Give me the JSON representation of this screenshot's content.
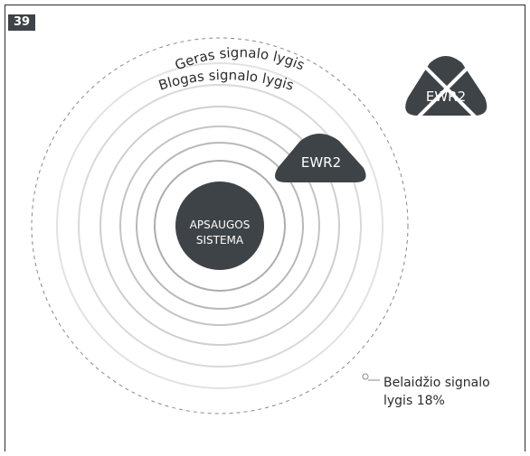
{
  "figure_number": "39",
  "labels": {
    "weak_signal": "Blogas signalo lygis",
    "good_signal": "Geras signalo lygis",
    "system_line1": "APSAUGOS",
    "system_line2": "SISTEMA",
    "device_inside": "EWR2",
    "device_outside": "EWR2",
    "signal_line1": "Belaidžio signalo",
    "signal_line2": "lygis 18%"
  },
  "colors": {
    "dark": "#3e4347",
    "ring": "#b9b9b9",
    "ring_faint": "#d6d6d6",
    "dashed": "#8a8a8a",
    "text": "#2b2b2b"
  }
}
